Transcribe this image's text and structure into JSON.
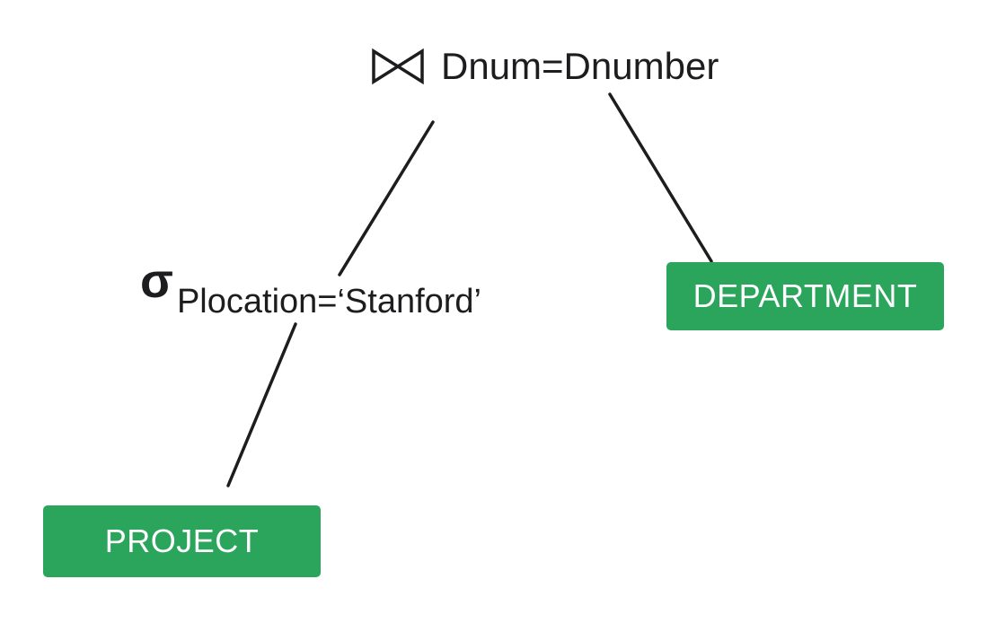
{
  "diagram": {
    "kind": "relational-algebra-query-tree",
    "join_node": {
      "operator_symbol": "⋈",
      "operator_name": "join",
      "condition": "Dnum=Dnumber"
    },
    "selection_node": {
      "operator_symbol": "σ",
      "operator_name": "selection",
      "condition": "Plocation=‘Stanford’"
    },
    "relation_nodes": [
      {
        "label": "DEPARTMENT"
      },
      {
        "label": "PROJECT"
      }
    ],
    "edges": [
      {
        "from": "join",
        "to": "selection"
      },
      {
        "from": "join",
        "to": "DEPARTMENT"
      },
      {
        "from": "selection",
        "to": "PROJECT"
      }
    ],
    "colors": {
      "background": "#ffffff",
      "text": "#1d1d1f",
      "edge_line": "#1d1d1f",
      "relation_fill": "#2aa55b",
      "relation_text": "#ffffff"
    }
  }
}
